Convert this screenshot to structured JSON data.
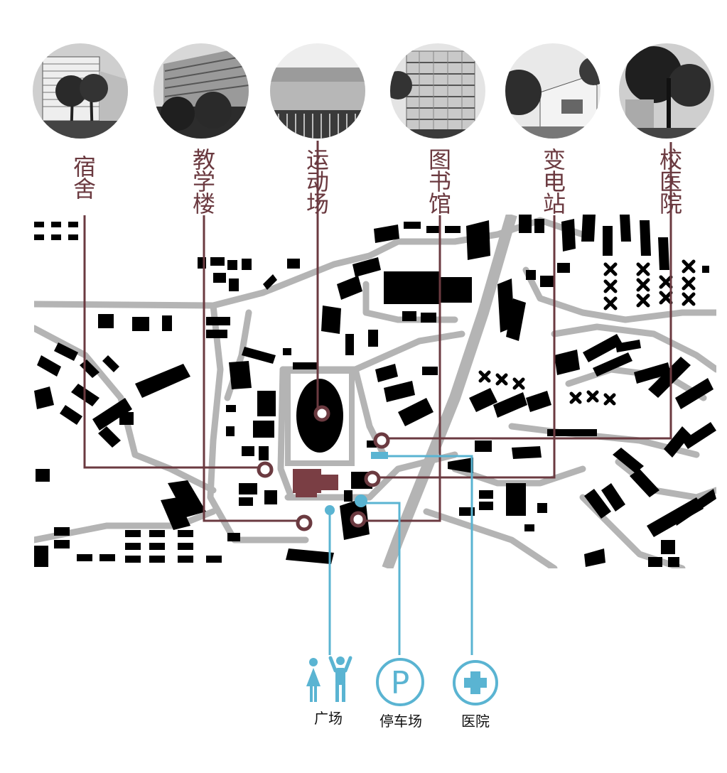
{
  "colors": {
    "accent_maroon": "#6b3a40",
    "accent_blue": "#5ab4d2",
    "building": "#000000",
    "road": "#b4b4b4",
    "plaza_fill": "#7a3e44"
  },
  "landmarks": [
    {
      "label": "宿舍",
      "photo": "dormitory-photo"
    },
    {
      "label": "教学楼",
      "photo": "teaching-building-photo"
    },
    {
      "label": "运动场",
      "photo": "sports-field-photo"
    },
    {
      "label": "图书馆",
      "photo": "library-photo"
    },
    {
      "label": "变电站",
      "photo": "substation-photo"
    },
    {
      "label": "校医院",
      "photo": "campus-hospital-photo"
    }
  ],
  "facilities": [
    {
      "label": "广场",
      "icon": "people-icon"
    },
    {
      "label": "停车场",
      "icon": "parking-icon",
      "symbol": "P"
    },
    {
      "label": "医院",
      "icon": "hospital-cross-icon"
    }
  ]
}
